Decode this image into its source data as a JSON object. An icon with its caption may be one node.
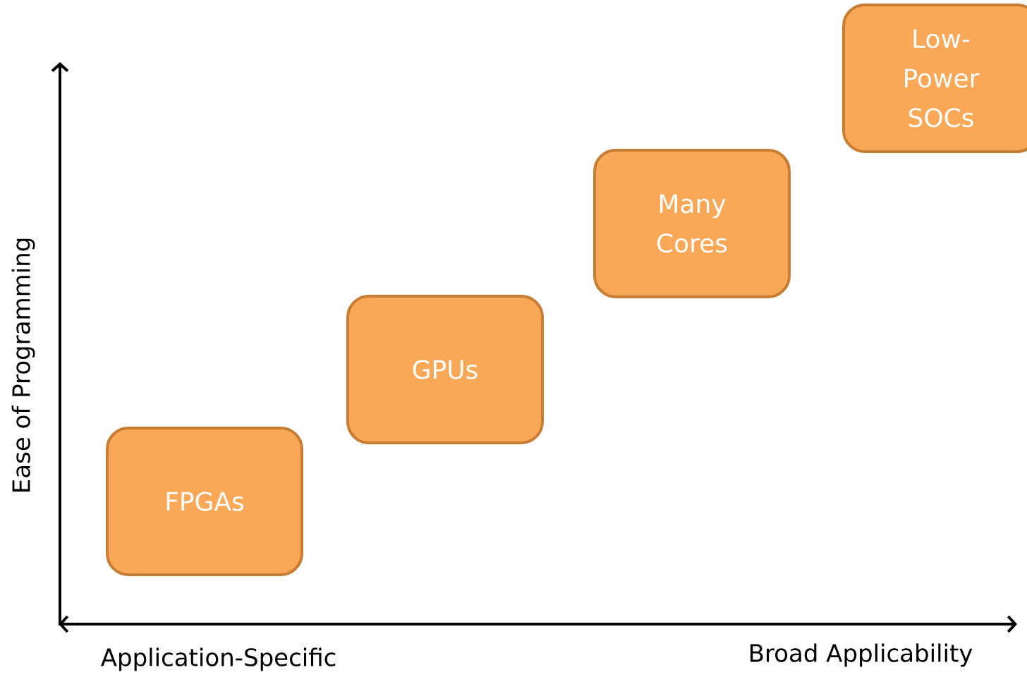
{
  "diagram": {
    "nodes": [
      {
        "text": [
          "FPGAs"
        ]
      },
      {
        "text": [
          "GPUs"
        ]
      },
      {
        "text": [
          "Many Cores"
        ]
      },
      {
        "text": [
          "Low-Power SOCs"
        ]
      }
    ],
    "labels": [
      "Ease of Programming",
      "Application-Specific",
      "Broad Applicability"
    ]
  }
}
